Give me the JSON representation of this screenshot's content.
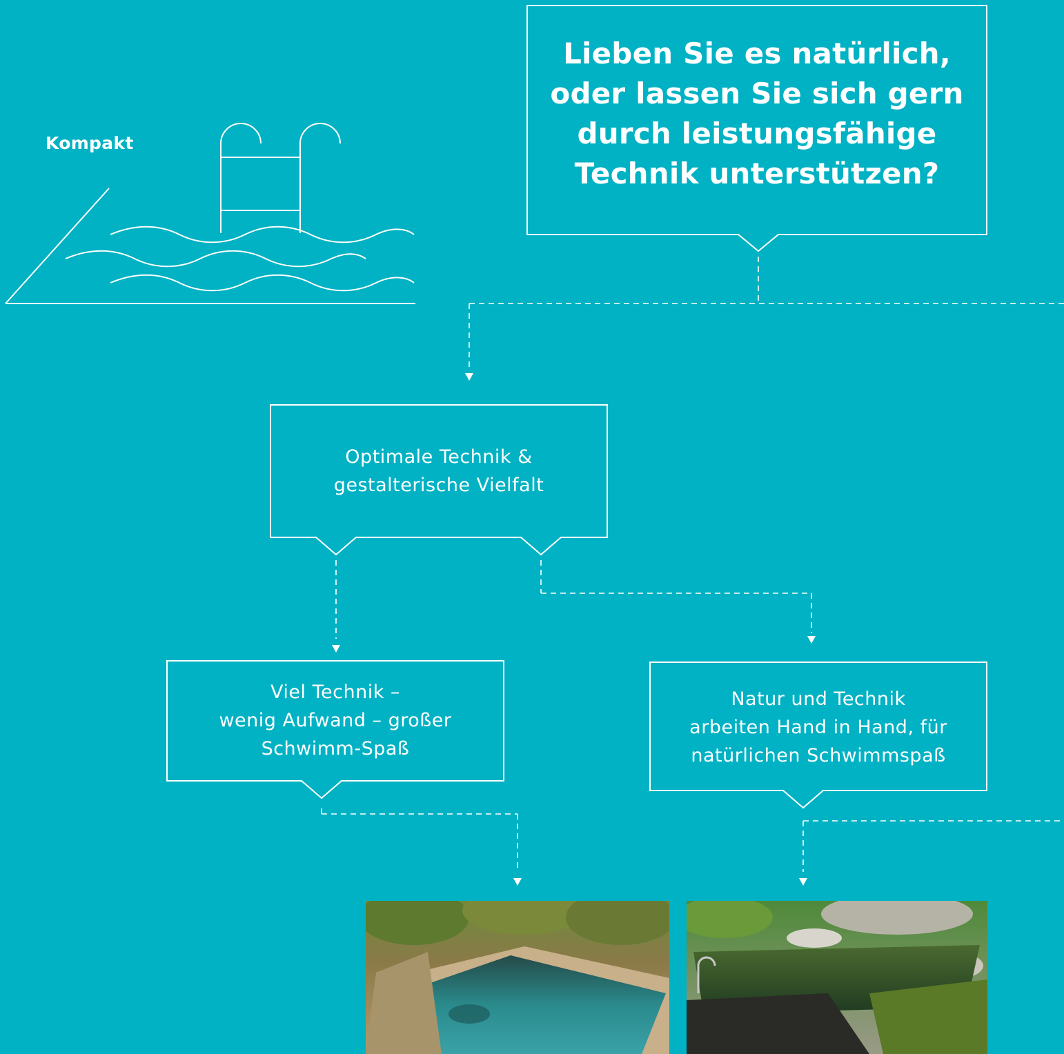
{
  "colors": {
    "background": "#00b2c4",
    "line": "#ffffff"
  },
  "icons": {
    "pool": "pool-ladder-icon"
  },
  "kompakt_label": "Kompakt",
  "question": {
    "text": "Lieben Sie es natürlich,\noder lassen Sie sich gern\ndurch leistungsfähige\nTechnik unterstützen?"
  },
  "nodes": {
    "optimal": "Optimale Technik &\ngestalterische Vielfalt",
    "viel_technik": "Viel Technik –\nwenig Aufwand – großer\nSchwimm-Spaß",
    "natur_technik": "Natur und Technik\narbeiten Hand in Hand, für\nnatürlichen Schwimmspaß"
  }
}
